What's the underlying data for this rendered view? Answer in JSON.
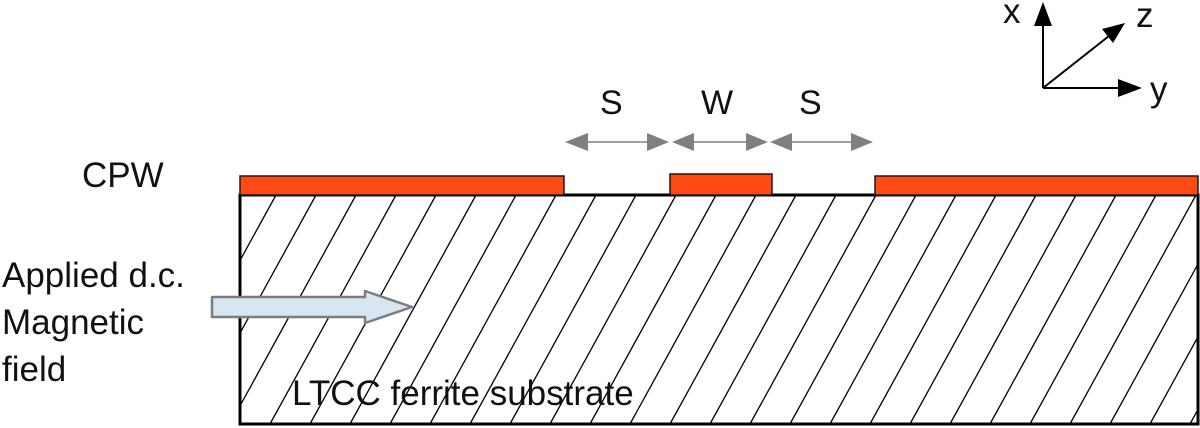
{
  "diagram": {
    "label_cpw": "CPW",
    "label_s_left": "S",
    "label_w": "W",
    "label_s_right": "S",
    "label_field_line1": "Applied d.c.",
    "label_field_line2": "Magnetic",
    "label_field_line3": "field",
    "label_substrate": "LTCC ferrite substrate",
    "axis_x": "x",
    "axis_y": "y",
    "axis_z": "z",
    "colors": {
      "conductor": "#ff4a14",
      "dimension_arrow": "#808080",
      "field_arrow_fill": "#d6e6f2",
      "outline": "#000000"
    }
  }
}
